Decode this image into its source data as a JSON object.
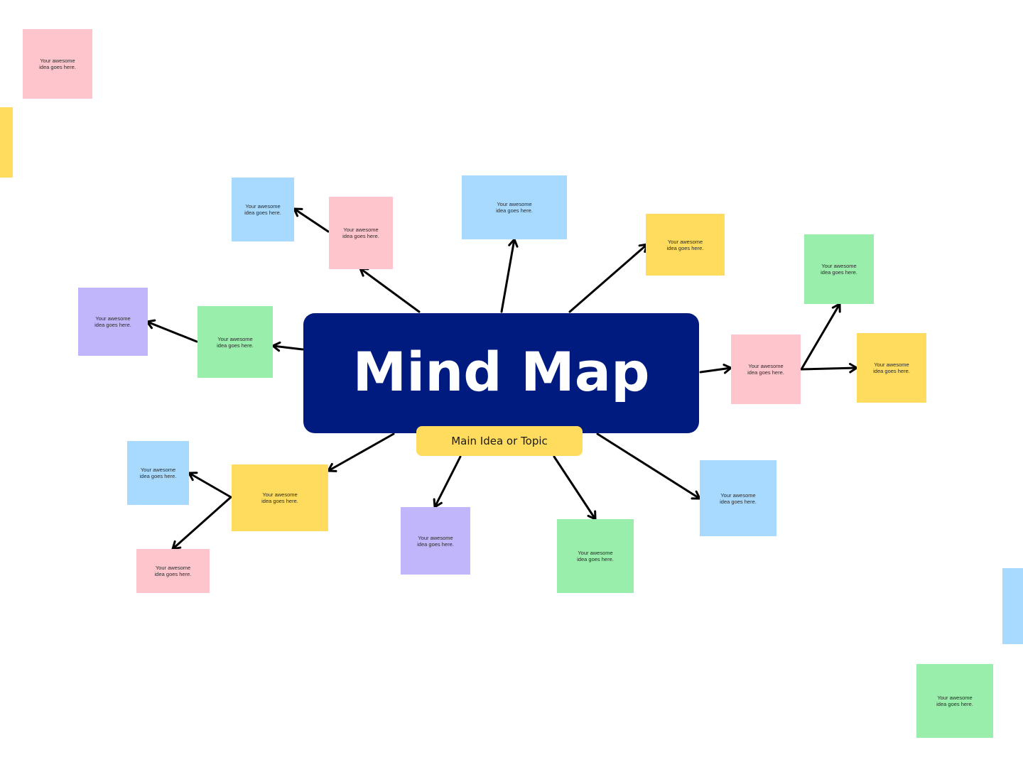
{
  "diagram": {
    "title": "Mind Map",
    "subtitle": "Main Idea or Topic"
  },
  "colors": {
    "background": "#ffffff",
    "main_box": "#001b80",
    "title_text": "#ffffff",
    "pill": "#ffdc5e",
    "connector": "#000000",
    "pink": "#ffc5cd",
    "blue": "#a8daff",
    "yellow": "#ffdc5e",
    "green": "#98eeaa",
    "purple": "#c1b6fc"
  },
  "nodes": [
    {
      "id": "corner-pink",
      "color": "pink",
      "text": "Your awesome idea goes here."
    },
    {
      "id": "edge-yellow",
      "color": "yellow",
      "text": ""
    },
    {
      "id": "top-left-blue",
      "color": "blue",
      "text": "Your awesome idea goes here."
    },
    {
      "id": "top-left-pink",
      "color": "pink",
      "text": "Your awesome idea goes here."
    },
    {
      "id": "top-center-blue",
      "color": "blue",
      "text": "Your awesome idea goes here."
    },
    {
      "id": "top-right-yellow",
      "color": "yellow",
      "text": "Your awesome idea goes here."
    },
    {
      "id": "far-right-green",
      "color": "green",
      "text": "Your awesome idea goes here."
    },
    {
      "id": "right-pink",
      "color": "pink",
      "text": "Your awesome idea goes here."
    },
    {
      "id": "far-right-yellow",
      "color": "yellow",
      "text": "Your awesome idea goes here."
    },
    {
      "id": "left-purple",
      "color": "purple",
      "text": "Your awesome idea goes here."
    },
    {
      "id": "left-green",
      "color": "green",
      "text": "Your awesome idea goes here."
    },
    {
      "id": "bottom-left-blue",
      "color": "blue",
      "text": "Your awesome idea goes here."
    },
    {
      "id": "bottom-left-yellow",
      "color": "yellow",
      "text": "Your awesome idea goes here."
    },
    {
      "id": "bottom-left-pink",
      "color": "pink",
      "text": "Your awesome idea goes here."
    },
    {
      "id": "bottom-center-purple",
      "color": "purple",
      "text": "Your awesome idea goes here."
    },
    {
      "id": "bottom-center-green",
      "color": "green",
      "text": "Your awesome idea goes here."
    },
    {
      "id": "bottom-right-blue",
      "color": "blue",
      "text": "Your awesome idea goes here."
    },
    {
      "id": "edge-blue",
      "color": "blue",
      "text": ""
    },
    {
      "id": "corner-green",
      "color": "green",
      "text": "Your awesome idea goes here."
    }
  ],
  "connections": [
    {
      "from": "main",
      "to": "top-left-pink"
    },
    {
      "from": "top-left-pink",
      "to": "top-left-blue"
    },
    {
      "from": "main",
      "to": "top-center-blue"
    },
    {
      "from": "main",
      "to": "top-right-yellow"
    },
    {
      "from": "main",
      "to": "left-green"
    },
    {
      "from": "left-green",
      "to": "left-purple"
    },
    {
      "from": "main",
      "to": "right-pink"
    },
    {
      "from": "right-pink",
      "to": "far-right-green"
    },
    {
      "from": "right-pink",
      "to": "far-right-yellow"
    },
    {
      "from": "main",
      "to": "bottom-left-yellow"
    },
    {
      "from": "bottom-left-yellow",
      "to": "bottom-left-blue"
    },
    {
      "from": "bottom-left-yellow",
      "to": "bottom-left-pink"
    },
    {
      "from": "main",
      "to": "bottom-center-purple"
    },
    {
      "from": "main",
      "to": "bottom-center-green"
    },
    {
      "from": "main",
      "to": "bottom-right-blue"
    }
  ]
}
